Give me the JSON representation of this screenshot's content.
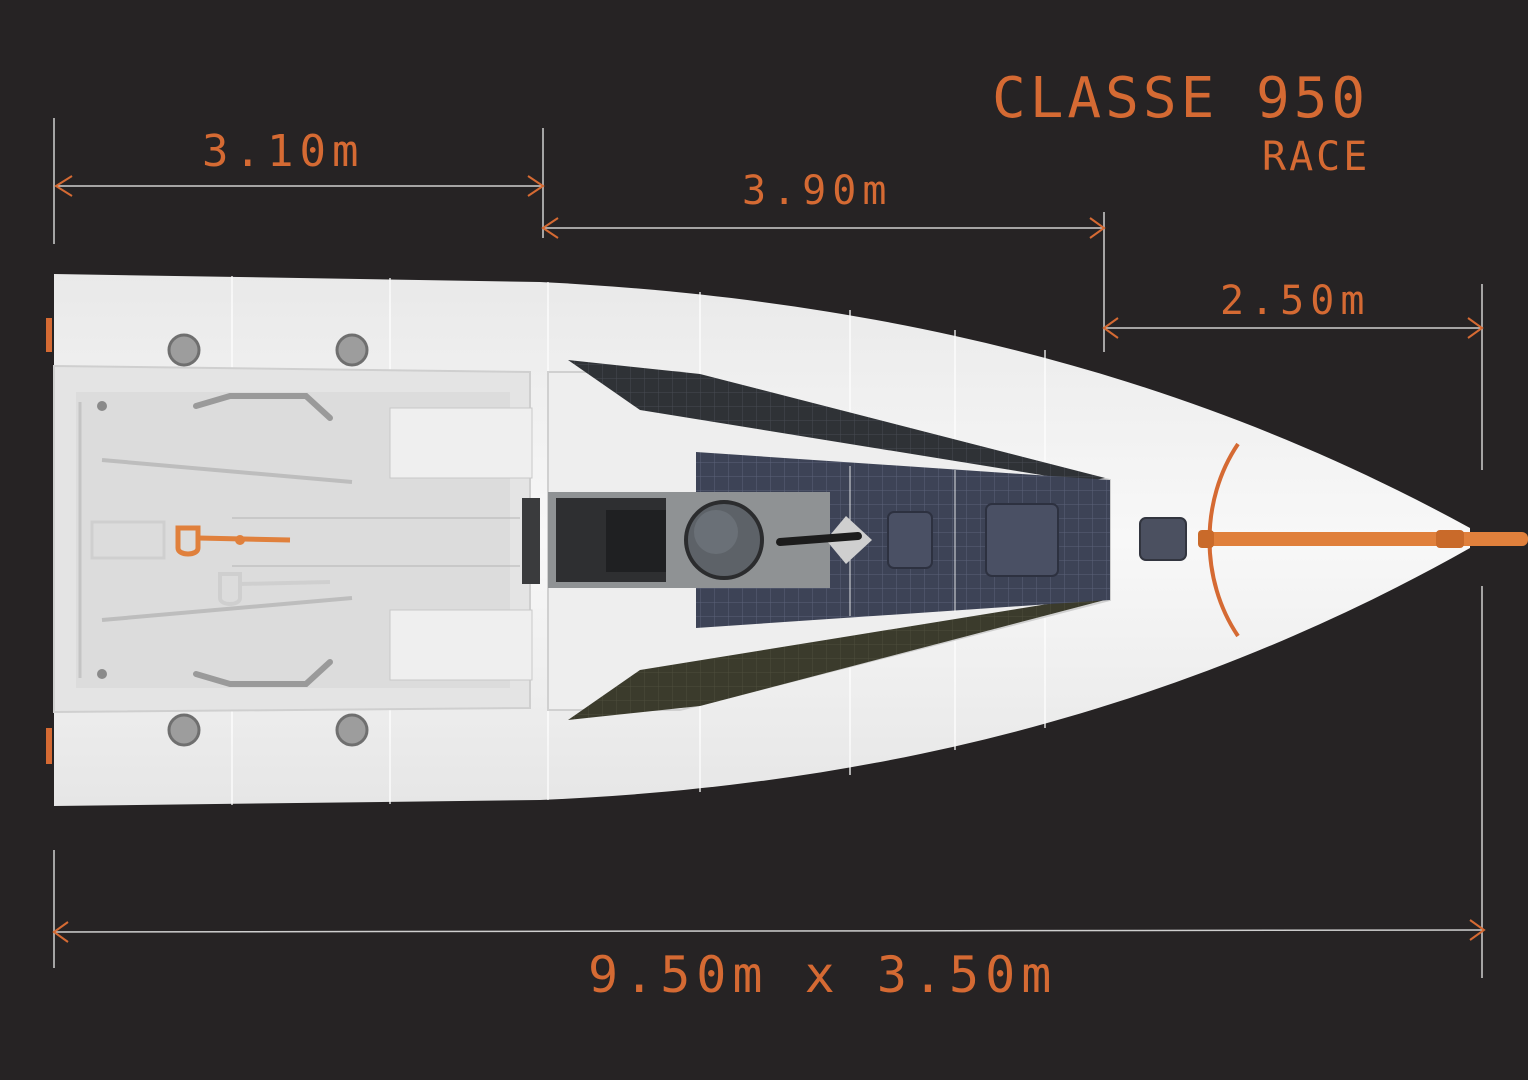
{
  "title": "CLASSE 950",
  "subtitle": "RACE",
  "dimensions": {
    "aft_section": "3.10m",
    "mid_section": "3.90m",
    "bow_section": "2.50m",
    "overall": "9.50m x 3.50m"
  },
  "colors": {
    "background": "#262324",
    "annotation": "#d56a33",
    "hull": "#f3f3f3",
    "deck_panel": "#3e4352",
    "bowsprit": "#e0803c"
  }
}
